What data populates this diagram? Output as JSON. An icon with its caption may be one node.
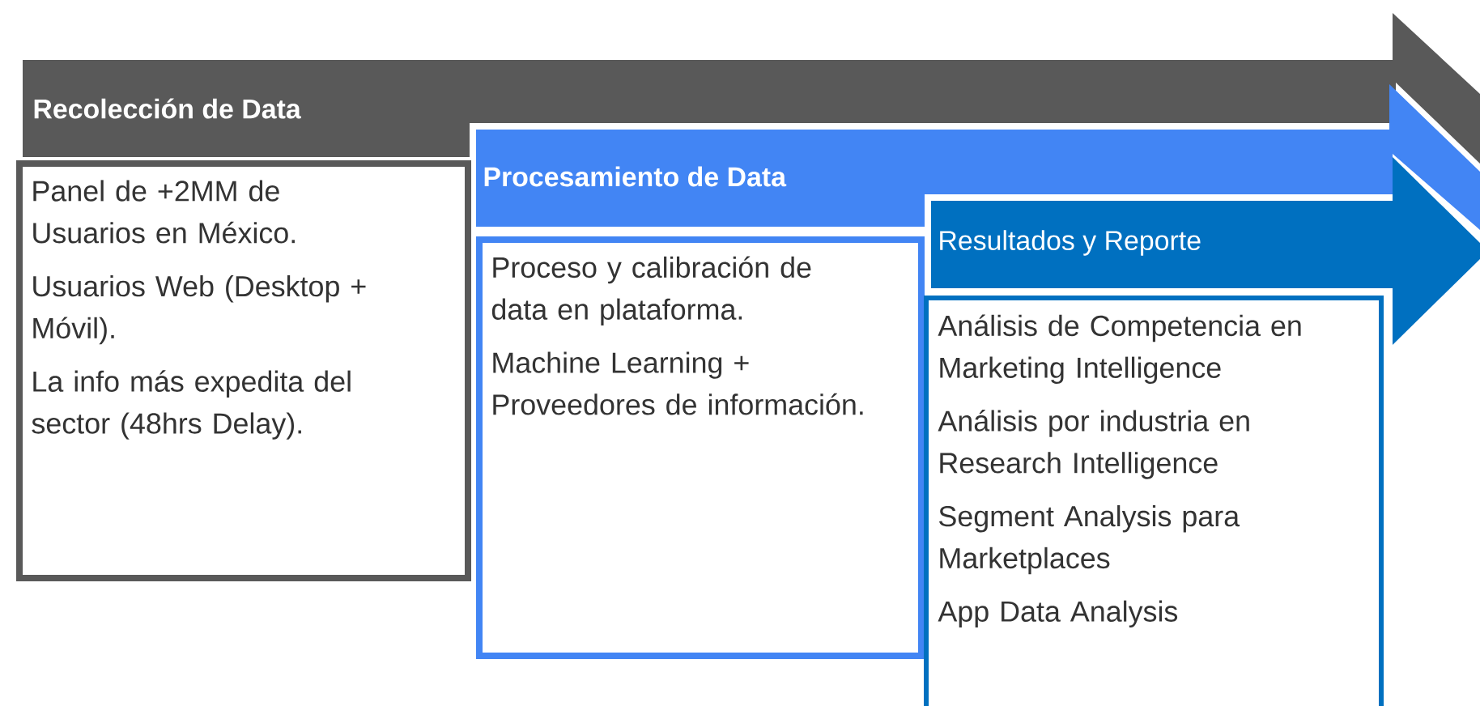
{
  "diagram": {
    "nodes": [
      {
        "text": [
          "Recolección de Data"
        ]
      },
      {
        "text": [
          "Panel de +2MM de Usuarios en México.",
          "Usuarios Web (Desktop + Móvil).",
          "La info más expedita del sector (48hrs Delay)."
        ]
      },
      {
        "text": [
          "Procesamiento de Data"
        ]
      },
      {
        "text": [
          "Proceso y calibración de data en plataforma.",
          "Machine Learning + Proveedores de información."
        ]
      },
      {
        "text": [
          "Resultados y Reporte"
        ]
      },
      {
        "text": [
          "Análisis de Competencia en Marketing Intelligence",
          "Análisis por industria en Research Intelligence",
          "Segment Analysis para Marketplaces",
          "App Data Analysis"
        ]
      }
    ],
    "edges": []
  }
}
